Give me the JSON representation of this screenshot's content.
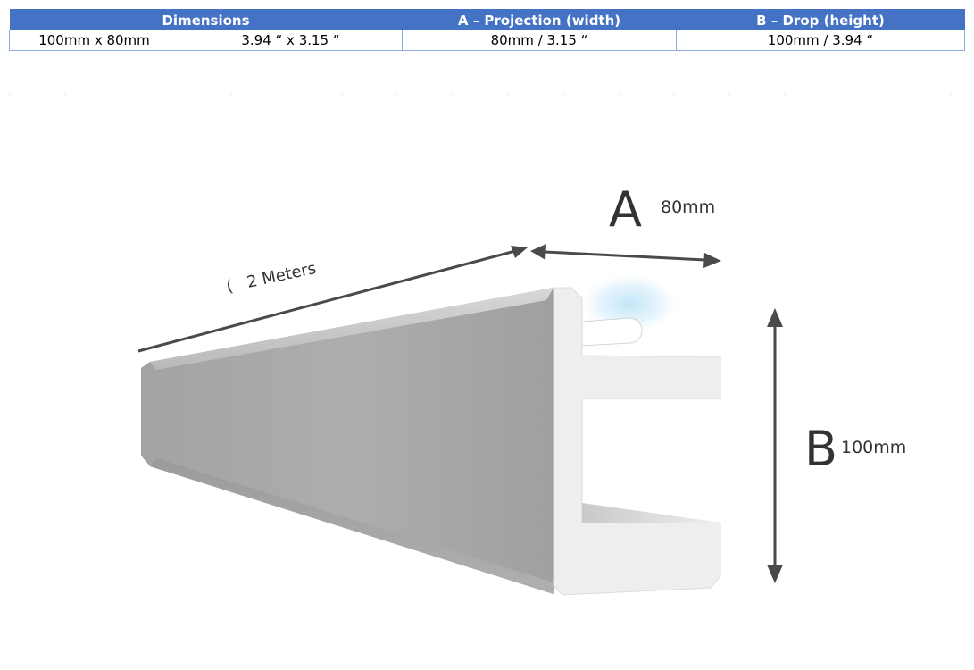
{
  "table": {
    "headers": {
      "dimensions": "Dimensions",
      "projection": "A – Projection (width)",
      "drop": "B – Drop (height)"
    },
    "row": {
      "metric": "100mm x 80mm",
      "imperial": "3.94 “ x 3.15 “",
      "projection": "80mm / 3.15 “",
      "drop": "100mm / 3.94 “"
    },
    "colors": {
      "header_bg": "#4472c4",
      "header_text": "#ffffff",
      "cell_border": "#8ea9db"
    }
  },
  "diagram": {
    "length_label": "2 Meters",
    "width_letter": "A",
    "width_value": "80mm",
    "height_letter": "B",
    "height_value": "100mm",
    "colors": {
      "side_face": "#a8a8a8",
      "end_face": "#eeeeee",
      "arrow": "#4a4a4a",
      "led_glow": "#bfe3f7"
    }
  }
}
